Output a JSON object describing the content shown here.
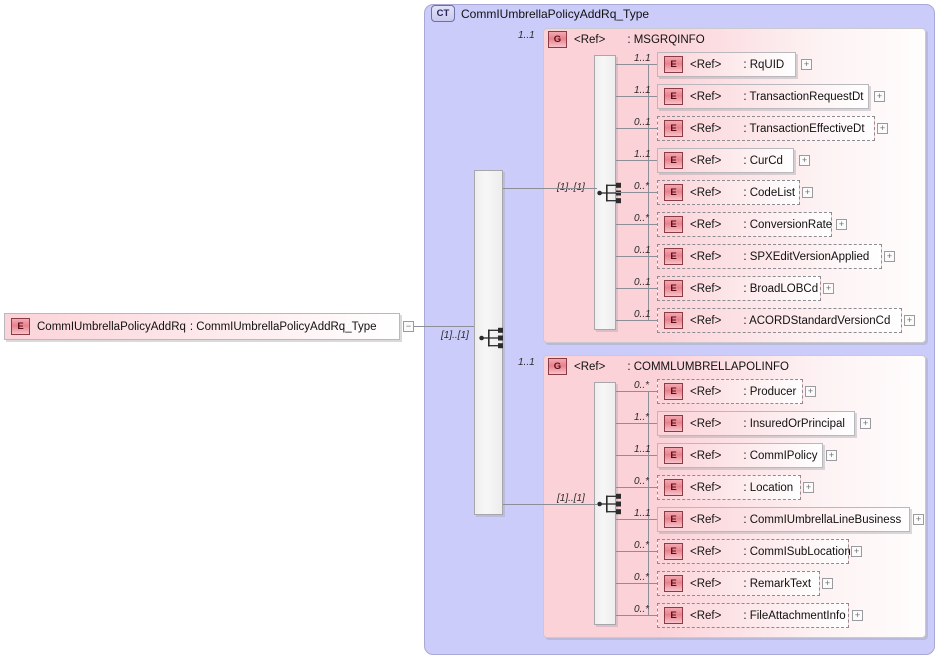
{
  "diagram": {
    "type": "xsd-schema-tree",
    "root": {
      "icon": "element-badge",
      "badge": "E",
      "ref": "CommIUmbrellaPolicyAddRq",
      "name": ": CommIUmbrellaPolicyAddRq_Type",
      "toggle": "minus",
      "cardinality": "[1]..[1]"
    },
    "complex_type": {
      "badge": "CT",
      "title": "CommIUmbrellaPolicyAddRq_Type"
    },
    "groups": [
      {
        "badge": "G",
        "ref": "<Ref>",
        "name": ": MSGRQINFO",
        "cardinality": "1..1",
        "sequence_cardinality": "[1]..[1]",
        "children": [
          {
            "badge": "E",
            "ref": "<Ref>",
            "name": ": RqUID",
            "cardinality": "1..1",
            "optional": false,
            "toggle": "plus"
          },
          {
            "badge": "E",
            "ref": "<Ref>",
            "name": ": TransactionRequestDt",
            "cardinality": "1..1",
            "optional": false,
            "toggle": "plus"
          },
          {
            "badge": "E",
            "ref": "<Ref>",
            "name": ": TransactionEffectiveDt",
            "cardinality": "0..1",
            "optional": true,
            "toggle": "plus"
          },
          {
            "badge": "E",
            "ref": "<Ref>",
            "name": ": CurCd",
            "cardinality": "1..1",
            "optional": false,
            "toggle": "plus"
          },
          {
            "badge": "E",
            "ref": "<Ref>",
            "name": ": CodeList",
            "cardinality": "0..*",
            "optional": true,
            "toggle": "plus"
          },
          {
            "badge": "E",
            "ref": "<Ref>",
            "name": ": ConversionRate",
            "cardinality": "0..*",
            "optional": true,
            "toggle": "plus"
          },
          {
            "badge": "E",
            "ref": "<Ref>",
            "name": ": SPXEditVersionApplied",
            "cardinality": "0..1",
            "optional": true,
            "toggle": "plus"
          },
          {
            "badge": "E",
            "ref": "<Ref>",
            "name": ": BroadLOBCd",
            "cardinality": "0..1",
            "optional": true,
            "toggle": "plus"
          },
          {
            "badge": "E",
            "ref": "<Ref>",
            "name": ": ACORDStandardVersionCd",
            "cardinality": "0..1",
            "optional": true,
            "toggle": "plus"
          }
        ]
      },
      {
        "badge": "G",
        "ref": "<Ref>",
        "name": ": COMMLUMBRELLAPOLINFO",
        "cardinality": "1..1",
        "sequence_cardinality": "[1]..[1]",
        "children": [
          {
            "badge": "E",
            "ref": "<Ref>",
            "name": ": Producer",
            "cardinality": "0..*",
            "optional": true,
            "toggle": "plus"
          },
          {
            "badge": "E",
            "ref": "<Ref>",
            "name": ": InsuredOrPrincipal",
            "cardinality": "1..*",
            "optional": false,
            "toggle": "plus"
          },
          {
            "badge": "E",
            "ref": "<Ref>",
            "name": ": CommIPolicy",
            "cardinality": "1..1",
            "optional": false,
            "toggle": "plus"
          },
          {
            "badge": "E",
            "ref": "<Ref>",
            "name": ": Location",
            "cardinality": "0..*",
            "optional": true,
            "toggle": "plus"
          },
          {
            "badge": "E",
            "ref": "<Ref>",
            "name": ": CommIUmbrellaLineBusiness",
            "cardinality": "1..1",
            "optional": false,
            "toggle": "plus"
          },
          {
            "badge": "E",
            "ref": "<Ref>",
            "name": ": CommISubLocation",
            "cardinality": "0..*",
            "optional": true,
            "toggle": "plus"
          },
          {
            "badge": "E",
            "ref": "<Ref>",
            "name": ": RemarkText",
            "cardinality": "0..*",
            "optional": true,
            "toggle": "plus"
          },
          {
            "badge": "E",
            "ref": "<Ref>",
            "name": ": FileAttachmentInfo",
            "cardinality": "0..*",
            "optional": true,
            "toggle": "plus"
          }
        ]
      }
    ],
    "colors": {
      "complex_type_bg": "#ccccfa",
      "group_bg": "#fbd2d8",
      "element_bg": "#fbd3d8",
      "badge_red": "#e8818e",
      "line": "#8e8e96"
    }
  }
}
